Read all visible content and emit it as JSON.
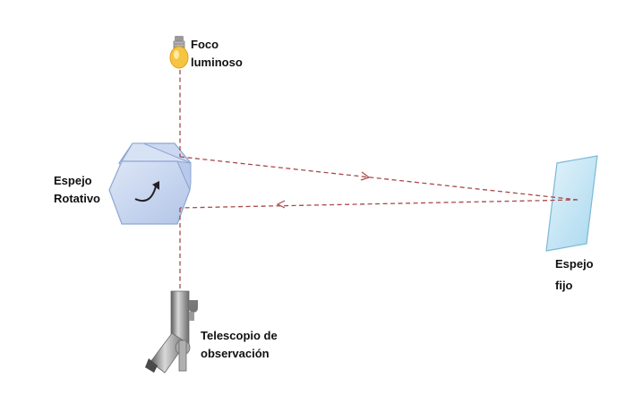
{
  "labels": {
    "light_source": [
      "Foco",
      "luminoso"
    ],
    "rotating_mirror": [
      "Espejo",
      "Rotativo"
    ],
    "fixed_mirror": [
      "Espejo",
      "fijo"
    ],
    "telescope": [
      "Telescopio de",
      "observación"
    ]
  },
  "colors": {
    "beam": "#a84a4a",
    "mirror_fill": "#bfe4f4",
    "mirror_edge": "#7ab8d8",
    "hexagon_fill": "#c7d5ef",
    "hexagon_edge": "#8fa6d4",
    "bulb": "#f5c542",
    "telescope": "#8e8e8e"
  },
  "icons": [
    "lightbulb-icon",
    "rotation-arrow-icon",
    "telescope-icon"
  ]
}
